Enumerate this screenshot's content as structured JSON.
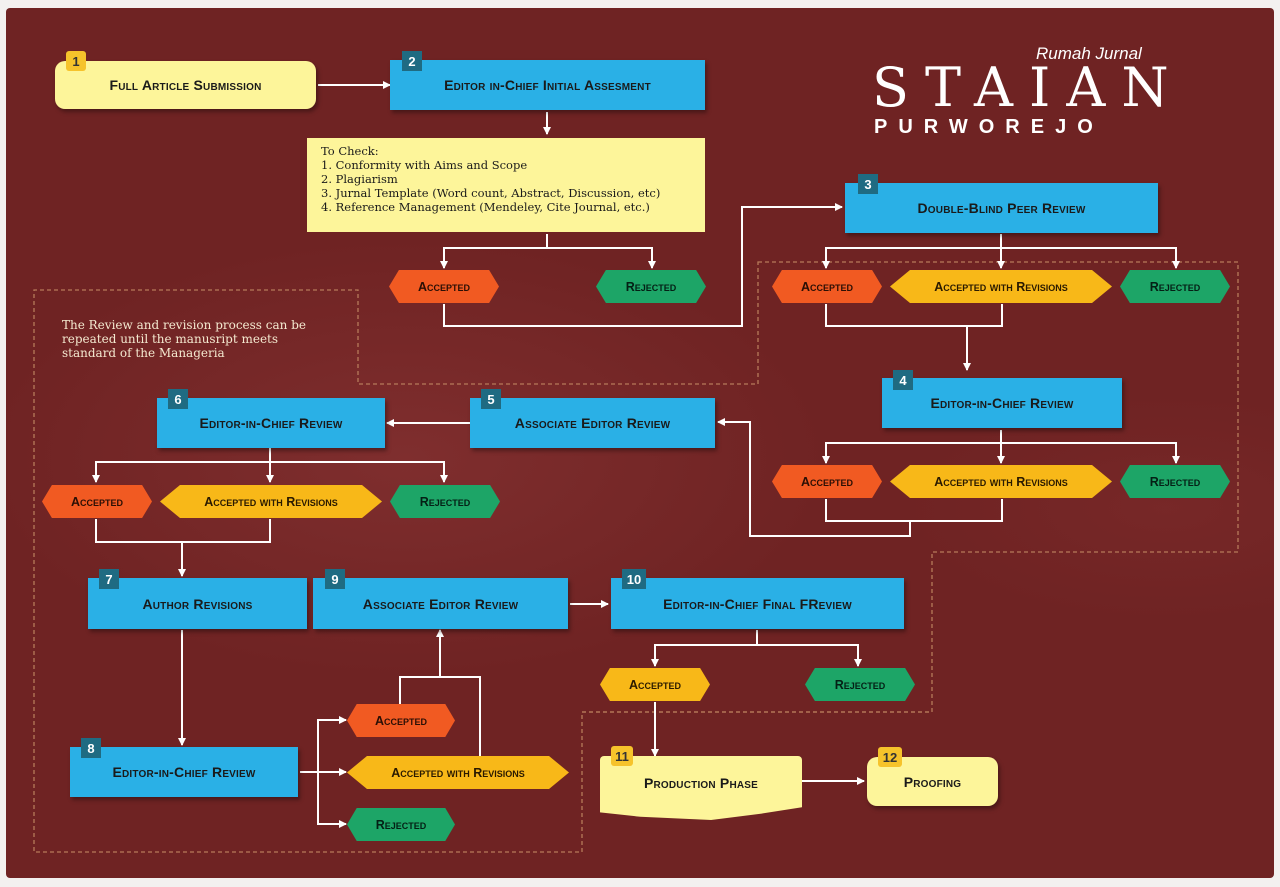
{
  "logo": {
    "small": "Rumah Jurnal",
    "big": "STAIAN",
    "sub": "PURWOREJO"
  },
  "steps": {
    "s1": {
      "num": "1",
      "label": "Full Article Submission"
    },
    "s2": {
      "num": "2",
      "label": "Editor in-Chief Initial Assesment"
    },
    "s3": {
      "num": "3",
      "label": "Double-Blind Peer Review"
    },
    "s4": {
      "num": "4",
      "label": "Editor-in-Chief Review"
    },
    "s5": {
      "num": "5",
      "label": "Associate Editor Review"
    },
    "s6": {
      "num": "6",
      "label": "Editor-in-Chief Review"
    },
    "s7": {
      "num": "7",
      "label": "Author Revisions"
    },
    "s8": {
      "num": "8",
      "label": "Editor-in-Chief Review"
    },
    "s9": {
      "num": "9",
      "label": "Associate Editor Review"
    },
    "s10": {
      "num": "10",
      "label": "Editor-in-Chief Final FReview"
    },
    "s11": {
      "num": "11",
      "label": "Production Phase"
    },
    "s12": {
      "num": "12",
      "label": "Proofing"
    }
  },
  "check": {
    "title": "To Check:",
    "items": [
      "1. Conformity with Aims and Scope",
      "2. Plagiarism",
      "3. Jurnal Template (Word count, Abstract, Discussion, etc)",
      "4. Reference Management (Mendeley, Cite Journal, etc.)"
    ]
  },
  "note": [
    "The Review and revision process can be",
    "repeated until the manusript meets",
    "standard of the Manageria"
  ],
  "decisions": {
    "accepted": "Accepted",
    "accepted_rev": "Accepted with Revisions",
    "rejected": "Rejected"
  },
  "colors": {
    "background": "#6f2323",
    "blue": "#2ab0e6",
    "yellow": "#fdf59a",
    "orange": "#f15a22",
    "amber": "#f8b818",
    "green": "#1da567"
  }
}
